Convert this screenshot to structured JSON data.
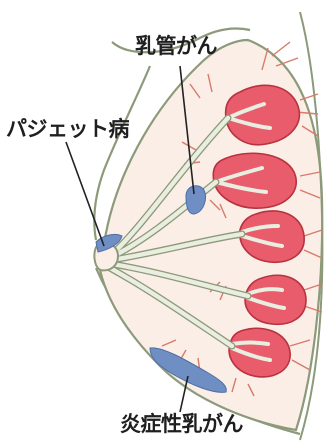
{
  "labels": {
    "ductal": "乳管がん",
    "paget": "パジェット病",
    "inflammatory": "炎症性乳がん"
  },
  "colors": {
    "lobule": "#e85c6b",
    "lobule_stroke": "#b8323f",
    "tissue": "#fbeee6",
    "duct": "#e9eee0",
    "outline": "#8c9a7a",
    "fiber": "#d77a6a",
    "lesion": "#6f8fc4",
    "leader": "#222222"
  },
  "icons": {
    "background": "breast-anatomy-cross-section"
  }
}
